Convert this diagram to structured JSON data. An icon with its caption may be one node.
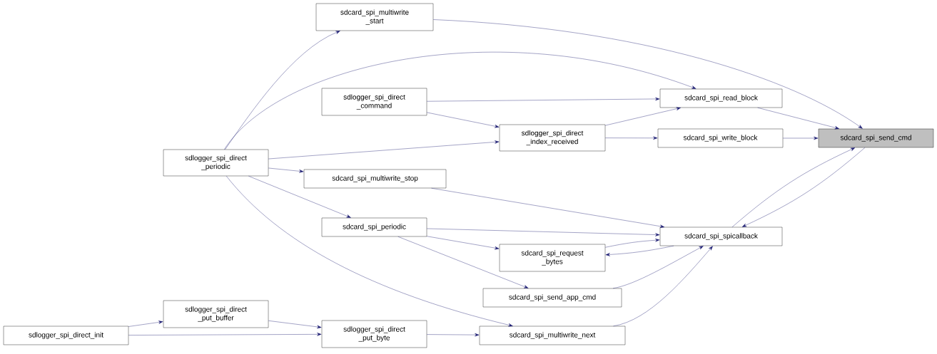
{
  "diagram": {
    "nodes": [
      {
        "text": [
          "sdcard_spi_send_cmd"
        ]
      },
      {
        "text": [
          "sdcard_spi_multiwrite _start"
        ]
      },
      {
        "text": [
          "sdcard_spi_read_block"
        ]
      },
      {
        "text": [
          "sdlogger_spi_direct _command"
        ]
      },
      {
        "text": [
          "sdlogger_spi_direct _index_received"
        ]
      },
      {
        "text": [
          "sdcard_spi_write_block"
        ]
      },
      {
        "text": [
          "sdlogger_spi_direct _periodic"
        ]
      },
      {
        "text": [
          "sdcard_spi_multiwrite_stop"
        ]
      },
      {
        "text": [
          "sdcard_spi_spicallback"
        ]
      },
      {
        "text": [
          "sdcard_spi_periodic"
        ]
      },
      {
        "text": [
          "sdcard_spi_request _bytes"
        ]
      },
      {
        "text": [
          "sdcard_spi_send_app_cmd"
        ]
      },
      {
        "text": [
          "sdlogger_spi_direct _put_buffer"
        ]
      },
      {
        "text": [
          "sdlogger_spi_direct_init"
        ]
      },
      {
        "text": [
          "sdlogger_spi_direct _put_byte"
        ]
      },
      {
        "text": [
          "sdcard_spi_multiwrite_next"
        ]
      }
    ],
    "edges": [
      {
        "from": 1,
        "to": 0,
        "arrow": "to"
      },
      {
        "from": 2,
        "to": 0,
        "arrow": "to"
      },
      {
        "from": 5,
        "to": 0,
        "arrow": "to"
      },
      {
        "from": 8,
        "to": 0,
        "arrow": "to"
      },
      {
        "from": 0,
        "to": 8,
        "arrow": "to"
      },
      {
        "from": 6,
        "to": 1,
        "arrow": "to"
      },
      {
        "from": 6,
        "to": 2,
        "arrow": "to"
      },
      {
        "from": 3,
        "to": 2,
        "arrow": "to"
      },
      {
        "from": 4,
        "to": 2,
        "arrow": "to"
      },
      {
        "from": 3,
        "to": 4,
        "arrow": "to"
      },
      {
        "from": 4,
        "to": 5,
        "arrow": "to"
      },
      {
        "from": 6,
        "to": 4,
        "arrow": "to"
      },
      {
        "from": 6,
        "to": 7,
        "arrow": "to"
      },
      {
        "from": 6,
        "to": 9,
        "arrow": "to"
      },
      {
        "from": 6,
        "to": 15,
        "arrow": "to"
      },
      {
        "from": 7,
        "to": 8,
        "arrow": "to"
      },
      {
        "from": 9,
        "to": 8,
        "arrow": "to"
      },
      {
        "from": 9,
        "to": 10,
        "arrow": "to"
      },
      {
        "from": 9,
        "to": 11,
        "arrow": "to"
      },
      {
        "from": 8,
        "to": 10,
        "arrow": "to"
      },
      {
        "from": 10,
        "to": 8,
        "arrow": "to"
      },
      {
        "from": 11,
        "to": 8,
        "arrow": "to"
      },
      {
        "from": 15,
        "to": 8,
        "arrow": "to"
      },
      {
        "from": 12,
        "to": 14,
        "arrow": "to"
      },
      {
        "from": 13,
        "to": 12,
        "arrow": "to"
      },
      {
        "from": 13,
        "to": 14,
        "arrow": "to"
      },
      {
        "from": 14,
        "to": 15,
        "arrow": "to"
      }
    ]
  }
}
